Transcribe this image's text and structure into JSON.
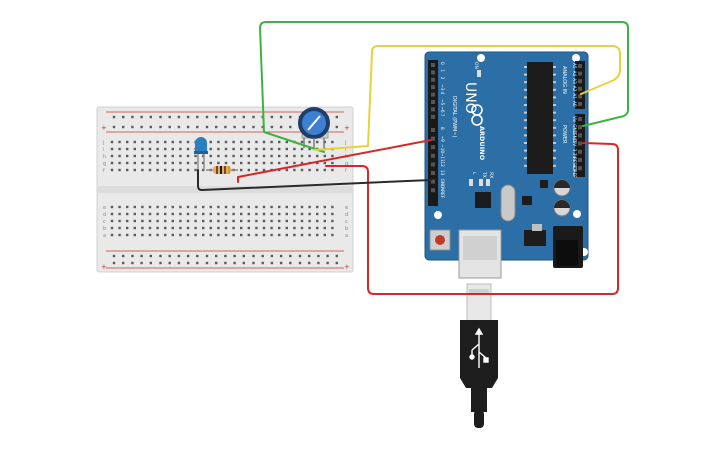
{
  "arduino": {
    "model": "UNO",
    "brand": "ARDUINO",
    "on_label": "ON",
    "tx_label": "TX",
    "rx_label": "RX",
    "l_label": "L",
    "digital_label": "DIGITAL (PWM~)",
    "analog_label": "ANALOG IN",
    "power_label": "POWER",
    "aref_label": "AREF",
    "gnd_label": "GND",
    "digital_pins": [
      "0",
      "1",
      "2",
      "~3",
      "4",
      "~5",
      "~6",
      "7",
      "8",
      "~9",
      "~10",
      "~11",
      "12",
      "13"
    ],
    "analog_pins": [
      "A0",
      "A1",
      "A2",
      "A3",
      "A4",
      "A5"
    ],
    "power_pins": [
      "IOREF",
      "RESET",
      "3.3V",
      "5V",
      "GND",
      "GND",
      "Vin"
    ]
  },
  "breadboard": {
    "row_letters_top": [
      "j",
      "i",
      "h",
      "g",
      "f"
    ],
    "row_letters_bottom": [
      "e",
      "d",
      "c",
      "b",
      "a"
    ],
    "rail_plus": "+",
    "rail_minus": "-"
  },
  "wires": [
    {
      "id": "wire-yellow",
      "color": "#e8d23a"
    },
    {
      "id": "wire-green",
      "color": "#3db342"
    },
    {
      "id": "wire-red-a0",
      "color": "#d62828"
    },
    {
      "id": "wire-red-5v",
      "color": "#d62828"
    },
    {
      "id": "wire-black-gnd",
      "color": "#2a2a2a"
    }
  ],
  "components": {
    "led_color": "#2a7fbf",
    "potentiometer_color": "#2a6bb8",
    "board_color": "#2b6fa6"
  }
}
